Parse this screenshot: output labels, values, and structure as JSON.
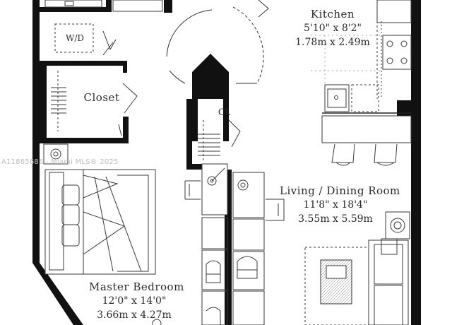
{
  "rooms": {
    "kitchen": {
      "name": "Kitchen",
      "dim_imperial": "5'10\" x 8'2\"",
      "dim_metric": "1.78m x 2.49m"
    },
    "wd": {
      "name": "W/D"
    },
    "closet": {
      "name": "Closet"
    },
    "cl": {
      "name": "Cl."
    },
    "living": {
      "name": "Living / Dining Room",
      "dim_imperial": "11'8\" x 18'4\"",
      "dim_metric": "3.55m x 5.59m"
    },
    "master": {
      "name": "Master Bedroom",
      "dim_imperial": "12'0\" x 14'0\"",
      "dim_metric": "3.66m x 4.27m"
    }
  },
  "watermark": "A11865686 - Miami MLS® 2025",
  "colors": {
    "wall": "#111111",
    "line": "#3a3a3a",
    "dash": "#6a6a6a"
  }
}
